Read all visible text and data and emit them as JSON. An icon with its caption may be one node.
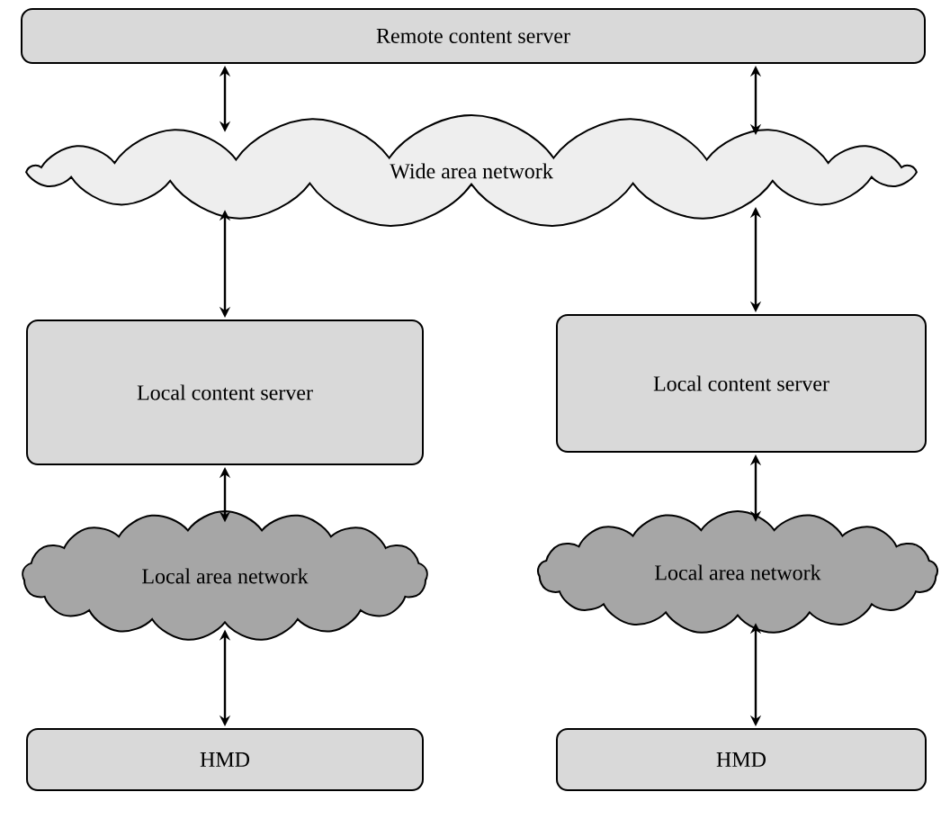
{
  "diagram": {
    "nodes": [
      {
        "text": [
          "Remote content server"
        ]
      },
      {
        "text": [
          "Wide area network"
        ]
      },
      {
        "text": [
          "Local content server"
        ]
      },
      {
        "text": [
          "Local content server"
        ]
      },
      {
        "text": [
          "Local area network"
        ]
      },
      {
        "text": [
          "Local area network"
        ]
      },
      {
        "text": [
          "HMD"
        ]
      },
      {
        "text": [
          "HMD"
        ]
      }
    ],
    "edges": [
      {
        "from": 0,
        "to": 1,
        "arrow": "both"
      },
      {
        "from": 0,
        "to": 1,
        "arrow": "both"
      },
      {
        "from": 1,
        "to": 2,
        "arrow": "both"
      },
      {
        "from": 1,
        "to": 3,
        "arrow": "both"
      },
      {
        "from": 2,
        "to": 4,
        "arrow": "both"
      },
      {
        "from": 3,
        "to": 5,
        "arrow": "both"
      },
      {
        "from": 4,
        "to": 6,
        "arrow": "both"
      },
      {
        "from": 5,
        "to": 7,
        "arrow": "both"
      }
    ]
  }
}
